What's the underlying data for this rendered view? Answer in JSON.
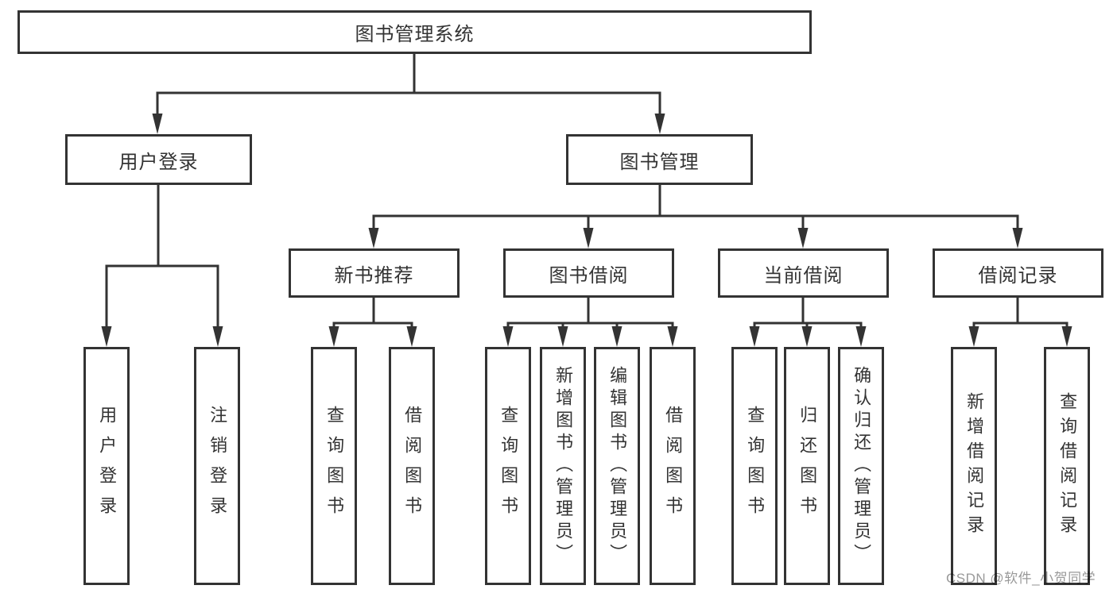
{
  "diagram": {
    "title": "图书管理系统",
    "level1": [
      {
        "label": "用户登录"
      },
      {
        "label": "图书管理"
      }
    ],
    "level2": [
      {
        "label": "新书推荐"
      },
      {
        "label": "图书借阅"
      },
      {
        "label": "当前借阅"
      },
      {
        "label": "借阅记录"
      }
    ],
    "leaves": [
      {
        "label": "用户登录"
      },
      {
        "label": "注销登录"
      },
      {
        "label": "查询图书"
      },
      {
        "label": "借阅图书"
      },
      {
        "label": "查询图书"
      },
      {
        "label": "新增图书（管理员）"
      },
      {
        "label": "编辑图书（管理员）"
      },
      {
        "label": "借阅图书"
      },
      {
        "label": "查询图书"
      },
      {
        "label": "归还图书"
      },
      {
        "label": "确认归还（管理员）"
      },
      {
        "label": "新增借阅记录"
      },
      {
        "label": "查询借阅记录"
      }
    ]
  },
  "watermark": {
    "text": "CSDN @软件_小贺同学"
  },
  "colors": {
    "line": "#333333",
    "text": "#333333",
    "box_fill": "#ffffff",
    "watermark": "#878787",
    "background": "#ffffff"
  }
}
